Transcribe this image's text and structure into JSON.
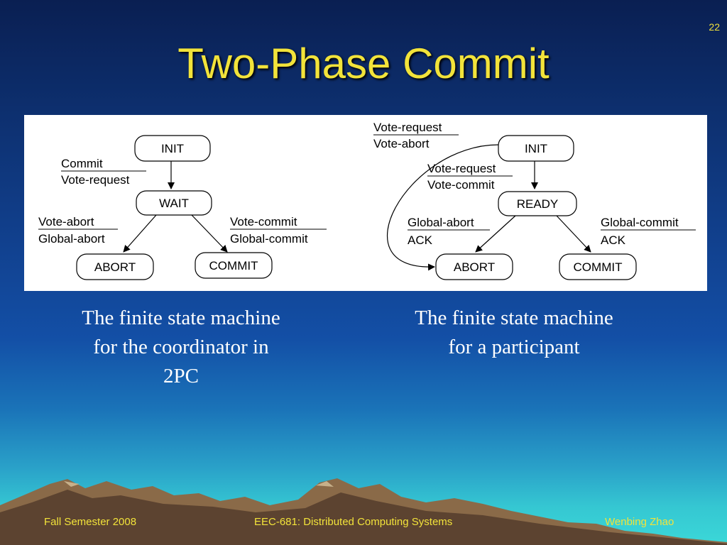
{
  "slide": {
    "number": "22",
    "title": "Two-Phase Commit"
  },
  "coordinator_fsm": {
    "states": {
      "init": "INIT",
      "wait": "WAIT",
      "abort": "ABORT",
      "commit": "COMMIT"
    },
    "transitions": {
      "init_to_wait": {
        "event": "Commit",
        "action": "Vote-request"
      },
      "wait_to_abort": {
        "event": "Vote-abort",
        "action": "Global-abort"
      },
      "wait_to_commit": {
        "event": "Vote-commit",
        "action": "Global-commit"
      }
    }
  },
  "participant_fsm": {
    "states": {
      "init": "INIT",
      "ready": "READY",
      "abort": "ABORT",
      "commit": "COMMIT"
    },
    "transitions": {
      "init_to_abort": {
        "event": "Vote-request",
        "action": "Vote-abort"
      },
      "init_to_ready": {
        "event": "Vote-request",
        "action": "Vote-commit"
      },
      "ready_to_abort": {
        "event": "Global-abort",
        "action": "ACK"
      },
      "ready_to_commit": {
        "event": "Global-commit",
        "action": "ACK"
      }
    }
  },
  "captions": {
    "left": "The finite state machine for the coordinator in 2PC",
    "right": "The finite state machine for a participant"
  },
  "footer": {
    "left": "Fall Semester 2008",
    "center": "EEC-681: Distributed Computing Systems",
    "right": "Wenbing Zhao"
  }
}
